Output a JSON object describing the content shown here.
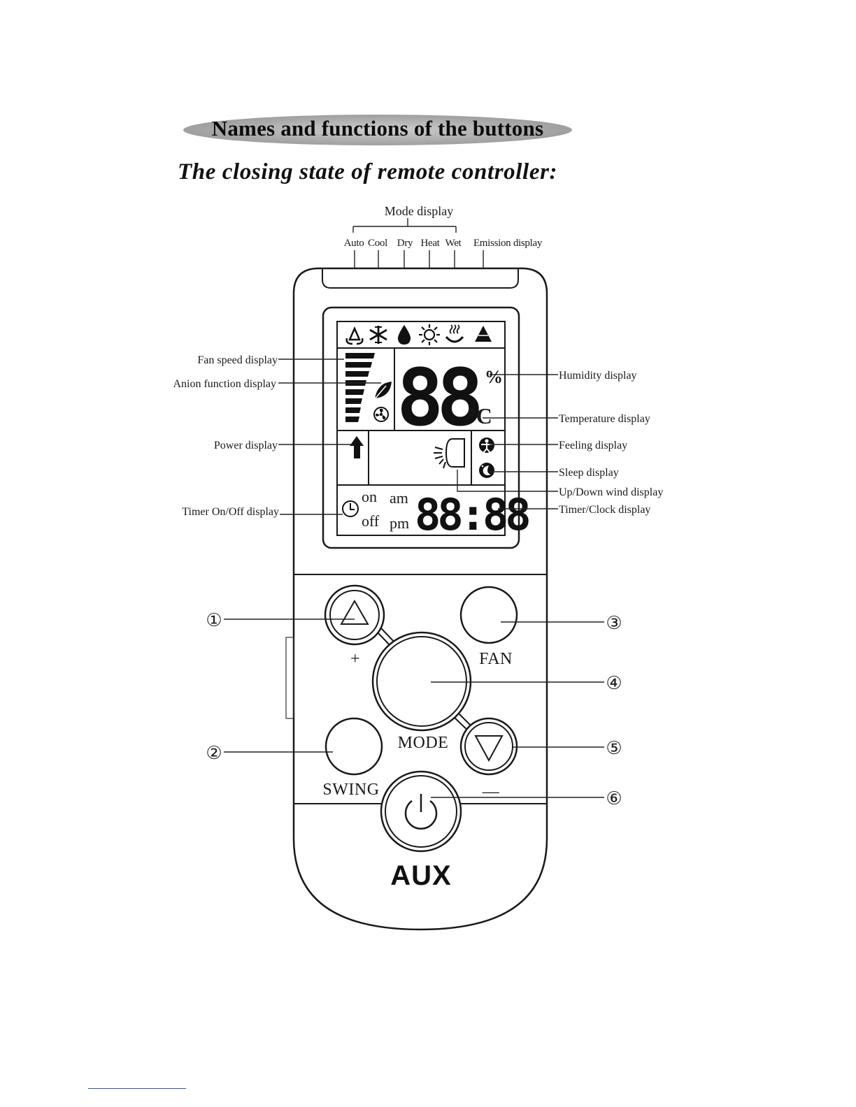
{
  "heading": "Names and functions of the buttons",
  "subtitle": "The closing state of remote controller:",
  "mode_display": {
    "label": "Mode display",
    "modes": [
      "Auto",
      "Cool",
      "Dry",
      "Heat",
      "Wet"
    ],
    "emission_label": "Emission display"
  },
  "left_labels": {
    "fan_speed": "Fan speed display",
    "anion": "Anion function display",
    "power": "Power display",
    "timer_onoff": "Timer On/Off display"
  },
  "right_labels": {
    "humidity": "Humidity display",
    "temperature": "Temperature display",
    "feeling": "Feeling display",
    "sleep": "Sleep display",
    "updown_wind": "Up/Down wind display",
    "timer_clock": "Timer/Clock display"
  },
  "lcd": {
    "main_digits": "88",
    "percent": "%",
    "celsius": "°C",
    "timer_on": "on",
    "timer_off": "off",
    "am": "am",
    "pm": "pm",
    "clock": "88:88"
  },
  "buttons": {
    "fan": "FAN",
    "mode": "MODE",
    "swing": "SWING",
    "plus": "+",
    "minus": "—"
  },
  "callouts": [
    "①",
    "②",
    "③",
    "④",
    "⑤",
    "⑥"
  ],
  "brand": "AUX",
  "colors": {
    "ink": "#111111",
    "heading_pill": "#a9a9a9",
    "footer_rule": "#2a4fd0"
  }
}
